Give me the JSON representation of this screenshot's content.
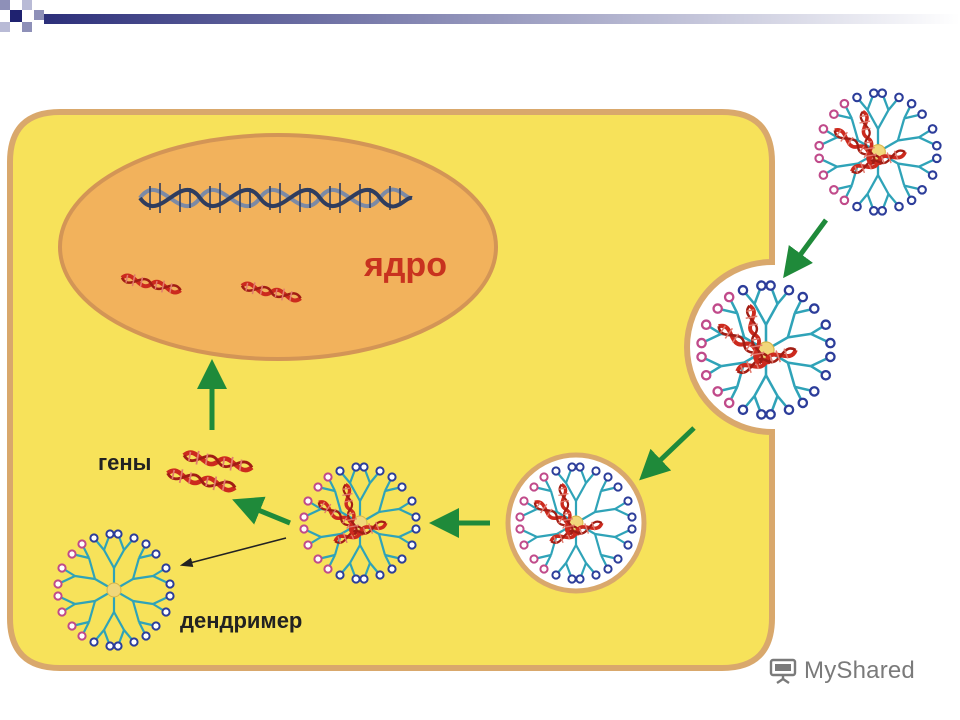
{
  "diagram": {
    "labels": {
      "nucleus": "ядро",
      "genes": "гены",
      "dendrimer": "дендример"
    },
    "colors": {
      "cell_fill": "#f7e25a",
      "cell_border": "#d9a86c",
      "nucleus_fill": "#f2b25c",
      "arrow": "#1f8a3a",
      "dna_red": "#cc2a1e",
      "branch": "#2fa3b8",
      "node_blue": "#2c3d9a",
      "node_pink": "#c04a8a",
      "core": "#f1d77a"
    }
  },
  "watermark": {
    "text": "MyShared",
    "icon": "presentation-board-icon"
  },
  "decoration": {
    "corner_icon": "slide-corner-squares-icon"
  }
}
